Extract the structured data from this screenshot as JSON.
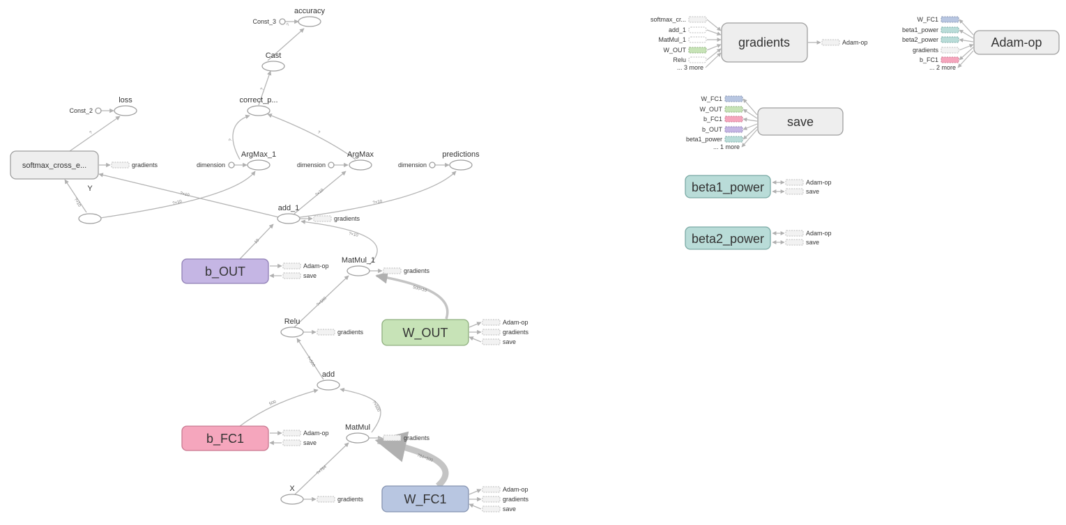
{
  "ops": {
    "accuracy": "accuracy",
    "const_3": "Const_3",
    "cast": "Cast",
    "loss": "loss",
    "const_2": "Const_2",
    "correct_p": "correct_p...",
    "softmax": "softmax_cross_e...",
    "argmax_1": "ArgMax_1",
    "argmax": "ArgMax",
    "predictions": "predictions",
    "dimension": "dimension",
    "y": "Y",
    "add_1": "add_1",
    "b_out": "b_OUT",
    "matmul_1": "MatMul_1",
    "relu": "Relu",
    "w_out": "W_OUT",
    "add": "add",
    "b_fc1": "b_FC1",
    "matmul": "MatMul",
    "x": "X",
    "w_fc1": "W_FC1"
  },
  "aux": {
    "gradients": "gradients",
    "adam_op": "Adam-op",
    "save": "save"
  },
  "edges": {
    "q": "?",
    "q10": "?×10",
    "n10": "10",
    "n500": "500",
    "q500": "?×500",
    "w_out_shape": "500×10",
    "q784": "?×784",
    "w_fc1_shape": "784×500"
  },
  "side": {
    "gradients": {
      "title": "gradients",
      "inputs": [
        "softmax_cr...",
        "add_1",
        "MatMul_1",
        "W_OUT",
        "Relu",
        "... 3 more"
      ],
      "output": "Adam-op"
    },
    "adam": {
      "title": "Adam-op",
      "inputs": [
        "W_FC1",
        "beta1_power",
        "beta2_power",
        "gradients",
        "b_FC1",
        "... 2 more"
      ]
    },
    "save": {
      "title": "save",
      "inputs": [
        "W_FC1",
        "W_OUT",
        "b_FC1",
        "b_OUT",
        "beta1_power",
        "... 1 more"
      ]
    },
    "beta1": {
      "title": "beta1_power",
      "links": [
        "Adam-op",
        "save"
      ]
    },
    "beta2": {
      "title": "beta2_power",
      "links": [
        "Adam-op",
        "save"
      ]
    }
  },
  "colors": {
    "edge": "#b5b5b5",
    "node_stroke": "#9e9e9e",
    "grey_fill": "#eeeeee",
    "b_out": "#c5b6e4",
    "b_out_stroke": "#8f7fb5",
    "w_out": "#c7e3b7",
    "w_out_stroke": "#8eae7e",
    "b_fc1": "#f5a6bd",
    "b_fc1_stroke": "#c97890",
    "w_fc1": "#b8c6e1",
    "w_fc1_stroke": "#8593b0",
    "beta": "#b9dcd8",
    "beta_stroke": "#7aa9a4"
  }
}
